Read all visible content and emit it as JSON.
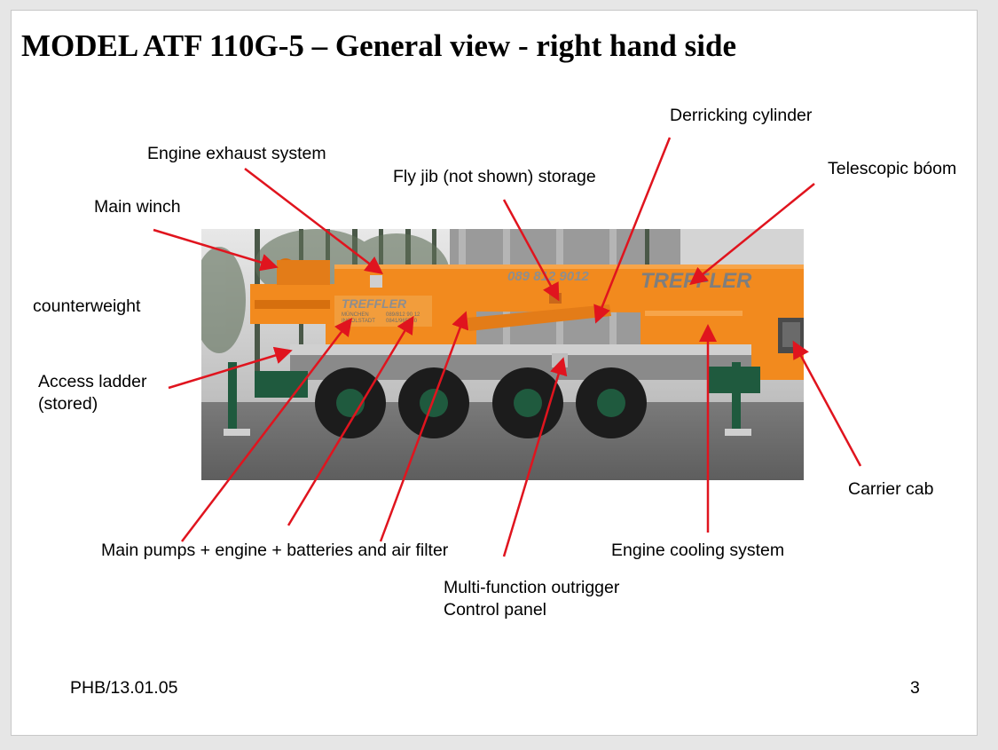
{
  "slide": {
    "title": "MODEL ATF 110G-5 – General view - right hand side",
    "footer_ref": "PHB/13.01.05",
    "page_number": "3"
  },
  "photo": {
    "company_name_boom": "TREFFLER",
    "phone_boom": "089 812 9012",
    "company_name_body": "TREFFLER",
    "body_line_1": "MÜNCHEN",
    "body_line_2": "INGOLSTADT",
    "body_phone_1": "089/812 90 12",
    "body_phone_2": "0841/965530",
    "colors": {
      "body": "#f28a1e",
      "body_dark": "#d66f0e",
      "sky": "#dcdcdc",
      "ground": "#6e6e6e",
      "tyre": "#1c1c1c",
      "hub": "#1f5a3e",
      "lettering": "#8e8e8e"
    }
  },
  "labels": {
    "engine_exhaust": "Engine exhaust system",
    "main_winch": "Main winch",
    "counterweight": "counterweight",
    "access_ladder_1": "Access ladder",
    "access_ladder_2": "(stored)",
    "fly_jib": "Fly jib (not shown) storage",
    "derricking": "Derricking cylinder",
    "telescopic": "Telescopic bóom",
    "carrier_cab": "Carrier cab",
    "main_pumps": "Main pumps + engine + batteries and air filter",
    "engine_cooling": "Engine cooling system",
    "outrigger_1": "Multi-function outrigger",
    "outrigger_2": "Control panel"
  },
  "arrow_color": "#e0141e"
}
